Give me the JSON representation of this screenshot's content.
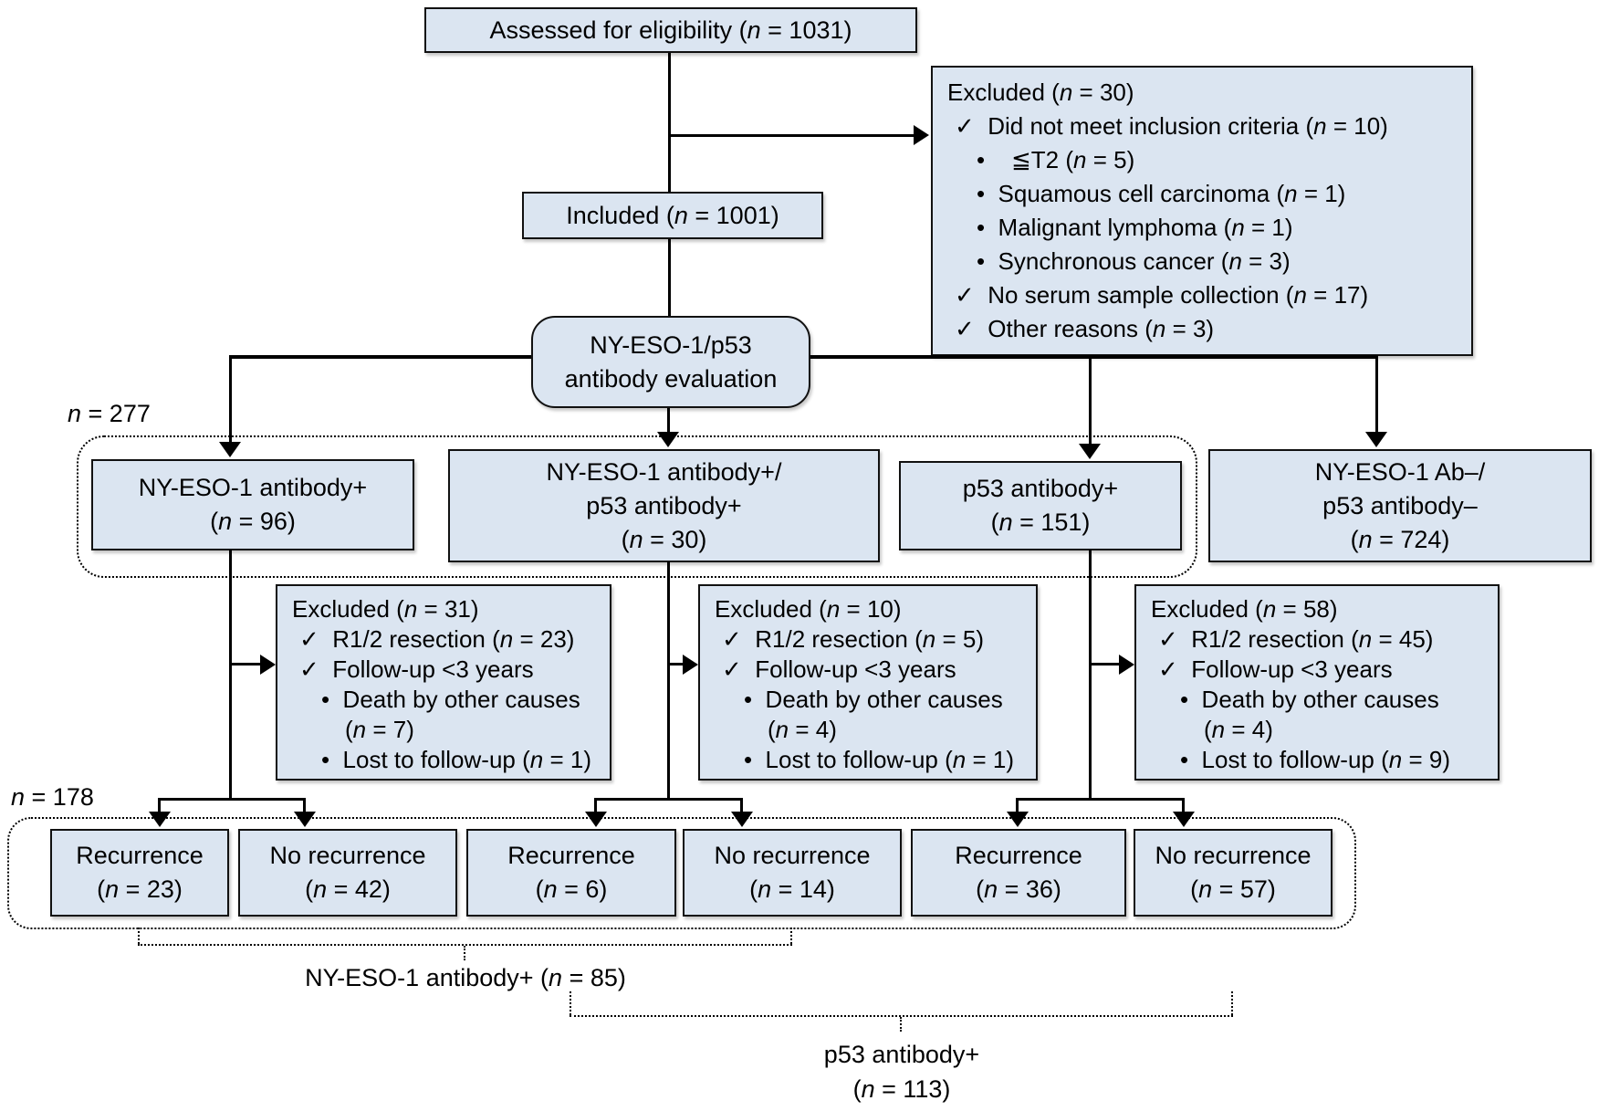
{
  "colors": {
    "box_fill": "#dbe5f1",
    "border": "#111111",
    "line": "#000000"
  },
  "flow": {
    "assessed": "Assessed for eligibility (n = 1031)",
    "included": "Included (n = 1001)",
    "evaluation": {
      "lines": [
        "NY-ESO-1/p53",
        "antibody evaluation"
      ]
    },
    "excluded_top": {
      "lines": [
        "Excluded (n = 30)",
        "✓  Did not meet inclusion criteria (n = 10)",
        "•    ≦T2 (n = 5)",
        "•  Squamous cell carcinoma (n = 1)",
        "•  Malignant lymphoma (n = 1)",
        "•  Synchronous cancer (n = 3)",
        "✓  No serum sample collection (n = 17)",
        "✓  Other reasons (n = 3)"
      ]
    },
    "group277": "n = 277",
    "branches": [
      {
        "lines": [
          "NY-ESO-1 antibody+",
          "(n = 96)"
        ]
      },
      {
        "lines": [
          "NY-ESO-1 antibody+/",
          "p53 antibody+",
          "(n = 30)"
        ]
      },
      {
        "lines": [
          "p53 antibody+",
          "(n = 151)"
        ]
      },
      {
        "lines": [
          "NY-ESO-1 Ab–/",
          "p53 antibody–",
          "(n = 724)"
        ]
      }
    ],
    "exclusions": [
      {
        "lines": [
          "Excluded (n = 31)",
          "✓  R1/2 resection (n = 23)",
          "✓  Follow-up <3 years",
          "•  Death by other causes",
          "(n = 7)",
          "•  Lost to follow-up (n = 1)"
        ]
      },
      {
        "lines": [
          "Excluded (n = 10)",
          "✓  R1/2 resection (n = 5)",
          "✓  Follow-up <3 years",
          "•  Death by other causes",
          "(n = 4)",
          "•  Lost to follow-up (n = 1)"
        ]
      },
      {
        "lines": [
          "Excluded (n = 58)",
          "✓  R1/2 resection (n = 45)",
          "✓  Follow-up <3 years",
          "•  Death by other causes",
          "(n = 4)",
          "•  Lost to follow-up (n = 9)"
        ]
      }
    ],
    "group178": "n = 178",
    "outcomes": [
      {
        "lines": [
          "Recurrence",
          "(n = 23)"
        ]
      },
      {
        "lines": [
          "No recurrence",
          "(n = 42)"
        ]
      },
      {
        "lines": [
          "Recurrence",
          "(n = 6)"
        ]
      },
      {
        "lines": [
          "No recurrence",
          "(n = 14)"
        ]
      },
      {
        "lines": [
          "Recurrence",
          "(n = 36)"
        ]
      },
      {
        "lines": [
          "No recurrence",
          "(n = 57)"
        ]
      }
    ],
    "braces": [
      {
        "label": "NY-ESO-1 antibody+ (n = 85)"
      },
      {
        "lines": [
          "p53 antibody+",
          "(n = 113)"
        ]
      }
    ]
  }
}
